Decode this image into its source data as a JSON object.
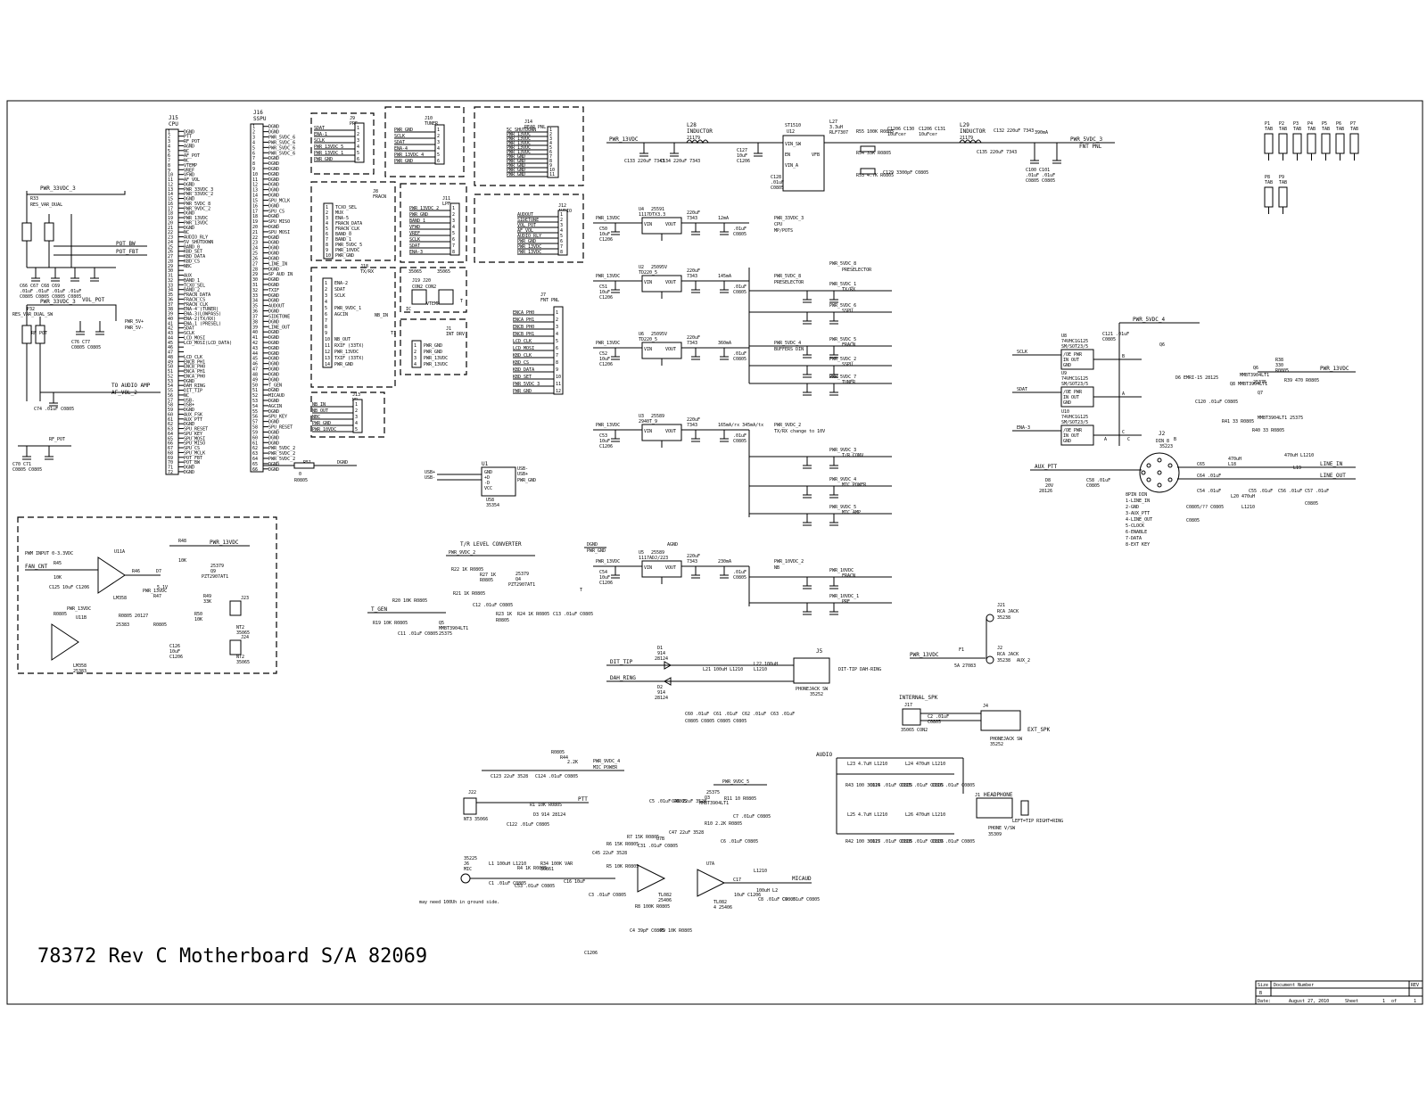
{
  "title_text": "78372 Rev C Motherboard S/A 82069",
  "title_block": {
    "size_label": "Size",
    "size_value": "B",
    "docnum_label": "Document Number",
    "rev_label": "REV",
    "date_label": "Date:",
    "date_value": "August 27, 2010",
    "sheet_label": "Sheet",
    "sheet_value": "1",
    "of_label": "of",
    "of_value": "1"
  },
  "connectors": {
    "j15": {
      "ref": "J15",
      "name": "CPU",
      "pins": [
        "1",
        "2",
        "3",
        "4",
        "5",
        "6",
        "7",
        "8",
        "9",
        "10",
        "11",
        "12",
        "13",
        "14",
        "15",
        "16",
        "17",
        "18",
        "19",
        "20",
        "21",
        "22",
        "23",
        "24",
        "25",
        "26",
        "27",
        "28",
        "29",
        "30",
        "31",
        "32",
        "33",
        "34",
        "35",
        "36",
        "37",
        "38",
        "39",
        "40",
        "41",
        "42",
        "43",
        "44",
        "45",
        "46",
        "47",
        "48",
        "49",
        "50",
        "51",
        "52",
        "53",
        "54",
        "55",
        "56",
        "57",
        "58",
        "59",
        "60",
        "61",
        "62",
        "63",
        "64",
        "65",
        "66",
        "67",
        "68",
        "69",
        "70",
        "71",
        "72"
      ],
      "nets": [
        "DGND",
        "PTT",
        "RF_POT",
        "AGND",
        "NC",
        "AF_POT",
        "NC",
        "VTEMP",
        "VREF",
        "VFWD",
        "AF_VOL",
        "DGND",
        "PWR_33VDC_3",
        "PWR_33VDC_2",
        "DGND",
        "PWR_5VDC_8",
        "PWR_9VDC_2",
        "DGND",
        "PWR_13VDC",
        "PWR_13VDC",
        "DGND",
        "NC",
        "AUDIO_RLY",
        "5V_SHUTDOWN",
        "BAND_0",
        "KBD_SET",
        "KBD_DATA",
        "KBD_CS",
        "NBC",
        "",
        "AUX",
        "BAND_1",
        "TCXO_SEL",
        "BAND_2",
        "FRACN_DATA",
        "FRACN_CS",
        "FRACN_CLK",
        "ENA-4 (TUNER)",
        "ENA-3(LOWPASS)",
        "ENA-2(TX/RX)",
        "ENA-1 (PRESEL)",
        "SDAT",
        "SCLK",
        "LCD_MOSI",
        "LCD_MOSI(LCD_DATA)",
        "",
        "",
        "LCD_CLK",
        "ENCB_PH1",
        "ENCB_PH0",
        "ENCA_PH1",
        "ENCA_PH0",
        "DGND",
        "DAH_RING",
        "DIT_TIP",
        "NC",
        "USB-",
        "USB+",
        "DGND",
        "AUX_FSK",
        "AUX_PTT",
        "DGND",
        "SPU_RESET",
        "SPU_KEY",
        "SPU_MOSI",
        "SPU_MISO",
        "SPU_CS",
        "SPU_MCLK",
        "POT_FBT",
        "POT_BW",
        "DGND",
        "DGND"
      ]
    },
    "j16": {
      "ref": "J16",
      "name": "SSPU",
      "nets": [
        "DGND",
        "DGND",
        "PWR_5VDC_6",
        "PWR_5VDC_6",
        "PWR_5VDC_6",
        "PWR_5VDC_6",
        "DGND",
        "DGND",
        "DGND",
        "DGND",
        "DGND",
        "DGND",
        "DGND",
        "DGND",
        "SPU_MCLK",
        "DGND",
        "SPU_CS",
        "DGND",
        "SPU_MISO",
        "DGND",
        "SPU_MOSI",
        "DGND",
        "DGND",
        "DGND",
        "DGND",
        "DGND",
        "LINE_IN",
        "DGND",
        "SP AUD IN",
        "DGND",
        "DGND",
        "TXIF",
        "DGND",
        "DGND",
        "AUDOUT",
        "DGND",
        "SIDETONE",
        "DGND",
        "LINE_OUT",
        "DGND",
        "DGND",
        "DGND",
        "DGND",
        "DGND",
        "DGND",
        "DGND",
        "DGND",
        "DGND",
        "DGND",
        "T_GEN",
        "DGND",
        "MICAUD",
        "DGND",
        "AGCIN",
        "DGND",
        "SPU_KEY",
        "DGND",
        "SPU_RESET",
        "DGND",
        "DGND",
        "DGND",
        "PWR_5VDC_2",
        "PWR_5VDC_2",
        "PWR_5VDC_2",
        "DGND",
        "DGND"
      ]
    },
    "j9": {
      "ref": "J9",
      "name": "PRE",
      "nets": [
        "SDAT",
        "ENA-1",
        "SCLK",
        "PWR_13VDC_5",
        "PWR_13VDC_1",
        "PWR_GND"
      ]
    },
    "j10": {
      "ref": "J10",
      "name": "TUNER",
      "nets": [
        "PWR_GND",
        "SCLK",
        "SDAT",
        "ENA-4",
        "PWR_13VDC_4",
        "PWR_GND"
      ]
    },
    "j14": {
      "ref": "J14",
      "name": "REAR PNL",
      "nets": [
        "5C_SHUTDOWN",
        "PWR_13VDC",
        "PWR_13VDC",
        "PWR_13VDC",
        "PWR_13VDC",
        "PWR_13VDC",
        "PWR_GND",
        "PWR_GND",
        "PWR_GND",
        "PWR_GND",
        "PWR_GND"
      ]
    },
    "j8": {
      "ref": "J8",
      "name": "FRACN",
      "nets": [
        "TCXO_SEL",
        "MUX",
        "ENA-5",
        "FRACN_DATA",
        "FRACN_CLK",
        "BAND_0",
        "BAND_1",
        "PWR_5VDC_5",
        "PWR_10VDC",
        "PWR_GND"
      ]
    },
    "j11": {
      "ref": "J11",
      "name": "LPF",
      "nets": [
        "PWR_13VDC_2",
        "PWR_GND",
        "BAND_1",
        "VFWD",
        "VREF",
        "SCLK",
        "SDAT",
        "ENA-3"
      ]
    },
    "j12": {
      "ref": "J12",
      "name": "AUDIO",
      "nets": [
        "AUDOUT",
        "SIDETONE",
        "VOL_POT",
        "AF_VOL",
        "AUDIO_RLY",
        "PWR_GND",
        "PWR_13VDC",
        "PWR_13VDC"
      ]
    },
    "j18": {
      "ref": "J18",
      "name": "TX/RX",
      "nets": [
        "ENA-2",
        "SDAT",
        "SCLK",
        "",
        "PWR_9VDC_1",
        "AGCIN",
        "",
        "",
        "",
        "NB_OUT",
        "RXIF (33TX)",
        "PWR_13VDC",
        "TXIF (33TX)",
        "PWR_GND"
      ]
    },
    "j7": {
      "ref": "J7",
      "name": "FNT PNL",
      "nets": [
        "ENCA_PH0",
        "ENCA_PH1",
        "ENCB_PH0",
        "ENCB_PH1",
        "LCD_CLK",
        "LCD_MOSI",
        "KBD_CLK",
        "KBD_CS",
        "KBD_DATA",
        "KBD_SET",
        "PWR_5VDC_3",
        "PWR_GND"
      ]
    },
    "j13": {
      "ref": "J13",
      "name": "NB",
      "nets": [
        "NB_IN",
        "NB_OUT",
        "NBC",
        "PWR_GND",
        "PWR_10VDC"
      ]
    },
    "j1": {
      "ref": "J1",
      "name": "INT DRV",
      "nets": [
        "PWR_GND",
        "PWR_GND",
        "PWR_13VDC",
        "PWR_13VDC"
      ]
    }
  },
  "regulators": [
    {
      "ref": "U4",
      "part": "25591",
      "type": "1117DTX3.3",
      "in": "PWR_13VDC",
      "out": "PWR_33VDC_3",
      "dest": "CPU",
      "dest2": "MP/POTS",
      "ma": "12mA"
    },
    {
      "ref": "U2",
      "part": "25095V",
      "type": "TD220_5",
      "in": "PWR_13VDC",
      "out": "PWR_5VDC_8",
      "dest": "PRESELECTOR",
      "ma": "145mA"
    },
    {
      "ref": "U6",
      "part": "25095V",
      "type": "TD220_5",
      "in": "PWR_13VDC",
      "out": "PWR_5VDC_4",
      "dest": "BUFFERS DIN",
      "ma": "360mA"
    },
    {
      "ref": "U3",
      "part": "25589",
      "type": "2940T_9",
      "in": "PWR_13VDC",
      "out": "PWR_9VDC_2",
      "dest": "TX/RX change to 10V",
      "ma": "165mA/rx 345mA/tx"
    },
    {
      "ref": "U5",
      "part": "25589",
      "type": "1117ADJ/223",
      "in": "PWR_13VDC",
      "out": "PWR_10VDC_2",
      "dest": "NB",
      "ma": "230mA"
    }
  ],
  "switcher": {
    "ref": "U12",
    "part": "ST1510",
    "inductor": "L27",
    "ind_value": "3.3uH",
    "net_in": "PWR_13VDC",
    "net_out": "PWR_5VDC_3",
    "dest": "FNT PNL",
    "ma": "390mA"
  },
  "power_rails": [
    {
      "net": "PWR_5VDC_1",
      "dest": "TX/RX"
    },
    {
      "net": "PWR_5VDC_6",
      "dest": "SSPU"
    },
    {
      "net": "PWR_5VDC_5",
      "dest": "FRACN"
    },
    {
      "net": "PWR_5VDC_2",
      "dest": "SSPU"
    },
    {
      "net": "PWR_5VDC_7",
      "dest": "TUNER"
    },
    {
      "net": "PWR_9VDC_3",
      "dest": "T/R CONV"
    },
    {
      "net": "PWR_9VDC_4",
      "dest": "MIC POWER"
    },
    {
      "net": "PWR_9VDC_5",
      "dest": "MIC AMP"
    },
    {
      "net": "PWR_10VDC",
      "dest": "FRACN"
    },
    {
      "net": "PWR_10VDC_1",
      "dest": "PRE"
    }
  ],
  "labels": {
    "pwr_33vdc_3": "PWR_33VDC_3",
    "res_var_dual": "RES_VAR_DUAL",
    "rf_pot": "RF POT",
    "pot_bw": "POT_BW",
    "pot_fbt": "POT_FBT",
    "vol_pot": "VOL_POT",
    "to_audio_amp": "TO AUDIO AMP",
    "af_vol_2": "AF_VOL_2",
    "pwm_input": "PWM INPUT 0-3.3VDC",
    "fan_cnt": "FAN_CNT",
    "lm358": "LM358",
    "u11a": "U11A",
    "u11b": "U11B",
    "tr_level": "T/R LEVEL CONVERTER",
    "t_gen": "T_GEN",
    "dgnd": "DGND",
    "agnd": "AGND",
    "pwr_gnd": "PWR_GND",
    "usb": "USB+",
    "u1": "U1",
    "dit_tip": "DIT_TIP",
    "dah_ring": "DAH_RING",
    "j5": "J5",
    "phonejack_sw": "PHONEJACK SW",
    "dit_tip_dah_ring": "DIT-TIP DAH-RING",
    "internal_spk": "INTERNAL_SPK",
    "ext_spk": "EXT_SPK",
    "audio": "AUDIO",
    "headphone": "HEADPHONE",
    "left_tip": "LEFT=TIP RIGHT=RING",
    "phone_vsw": "PHONE V/SW",
    "mic_power": "MIC POWER",
    "ptt": "PTT",
    "micaud": "MICAUD",
    "note_100uh": "may need 100Uh in ground side.",
    "tl082_a": "TL082",
    "u7a": "U7A",
    "u7b": "U7B",
    "rca_jack_j21": "RCA JACK",
    "aux_2": "AUX_2",
    "j21": "J21",
    "j2": "J2",
    "f1": "F1",
    "sclk": "SCLK",
    "sdat": "SDAT",
    "ena3": "ENA-3",
    "aux_ptt": "AUX_PTT",
    "line_in": "LINE_IN",
    "line_out": "LINE_OUT",
    "din_8": "DIN_8",
    "u8": "U8",
    "u9": "U9",
    "u10": "U10",
    "vhc": "74VHC1G125",
    "mmbt": "MMBT3904LT1",
    "pwr_13vdc": "PWR_13VDC",
    "pwr_5vdc_4": "PWR_5VDC_4",
    "inductor": "INDUCTOR",
    "l28": "L28",
    "l29": "L29",
    "u12": "U12"
  },
  "din_pinout": [
    "8PIN DIN",
    "1-LINE_IN",
    "2-GND",
    "3-AUX_PTT",
    "4-LINE_OUT",
    "5-CLOCK",
    "6-ENABLE",
    "7-DATA",
    "8-EXT KEY"
  ],
  "tab_points": [
    "P1",
    "P2",
    "P3",
    "P4",
    "P5",
    "P6",
    "P7",
    "P8",
    "P9"
  ],
  "tab_label": "TAB"
}
